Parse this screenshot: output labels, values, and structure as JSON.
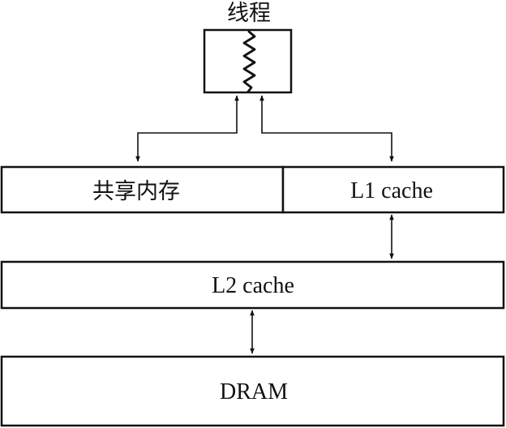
{
  "diagram": {
    "thread_label": "线程",
    "shared_memory_label": "共享内存",
    "l1_cache_label": "L1 cache",
    "l2_cache_label": "L2 cache",
    "dram_label": "DRAM"
  }
}
